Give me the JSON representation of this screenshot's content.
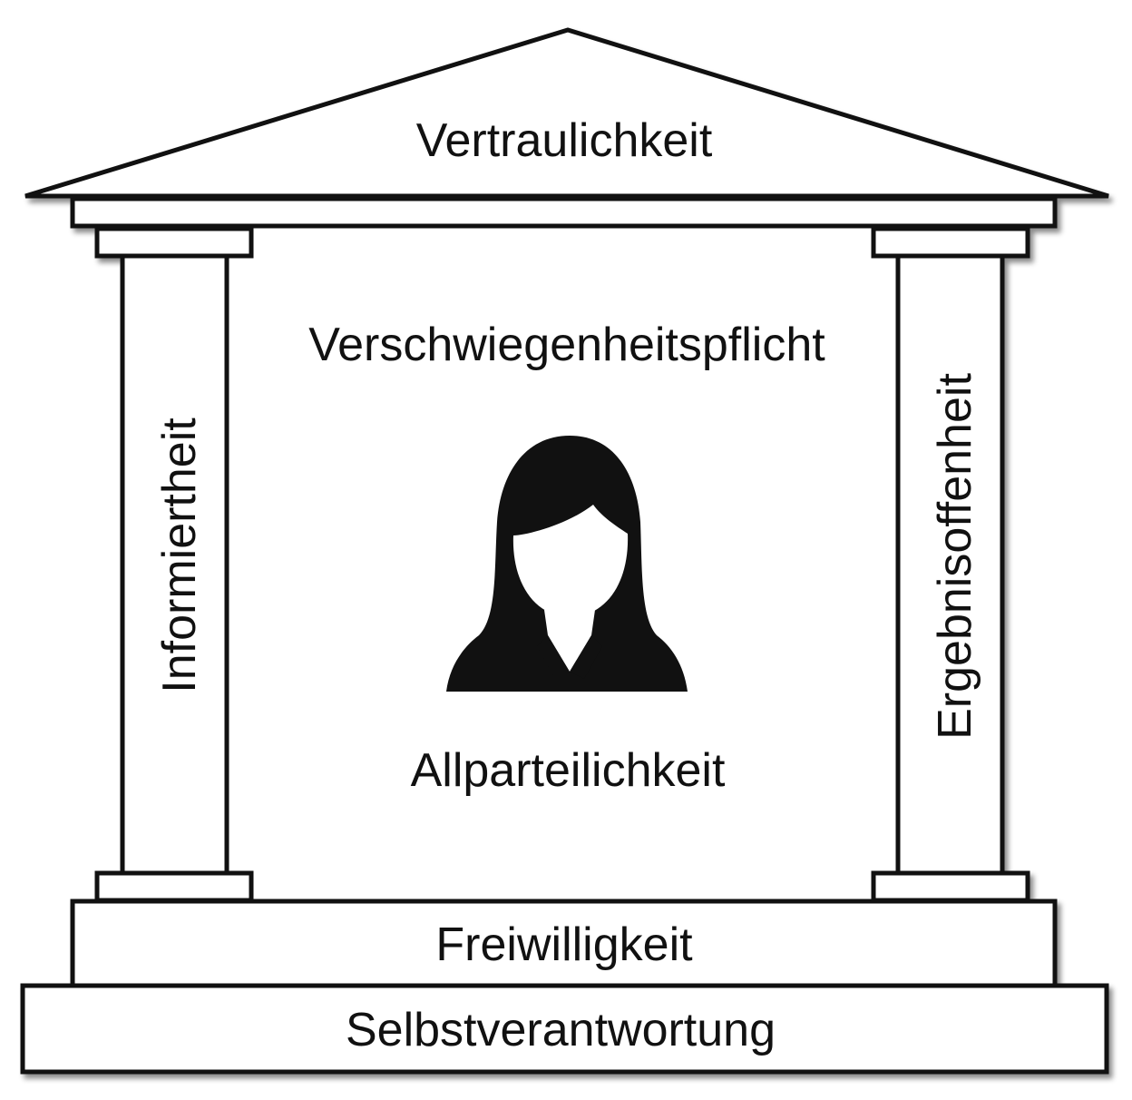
{
  "diagram": {
    "roof": {
      "label": "Vertraulichkeit"
    },
    "left_pillar": {
      "label": "Informiertheit"
    },
    "right_pillar": {
      "label": "Ergebnisoffenheit"
    },
    "center_top": {
      "label": "Verschwiegenheitspflicht"
    },
    "center_bottom": {
      "label": "Allparteilichkeit"
    },
    "step_upper": {
      "label": "Freiwilligkeit"
    },
    "step_lower": {
      "label": "Selbstverantwortung"
    },
    "center_icon": "person-silhouette-icon"
  }
}
